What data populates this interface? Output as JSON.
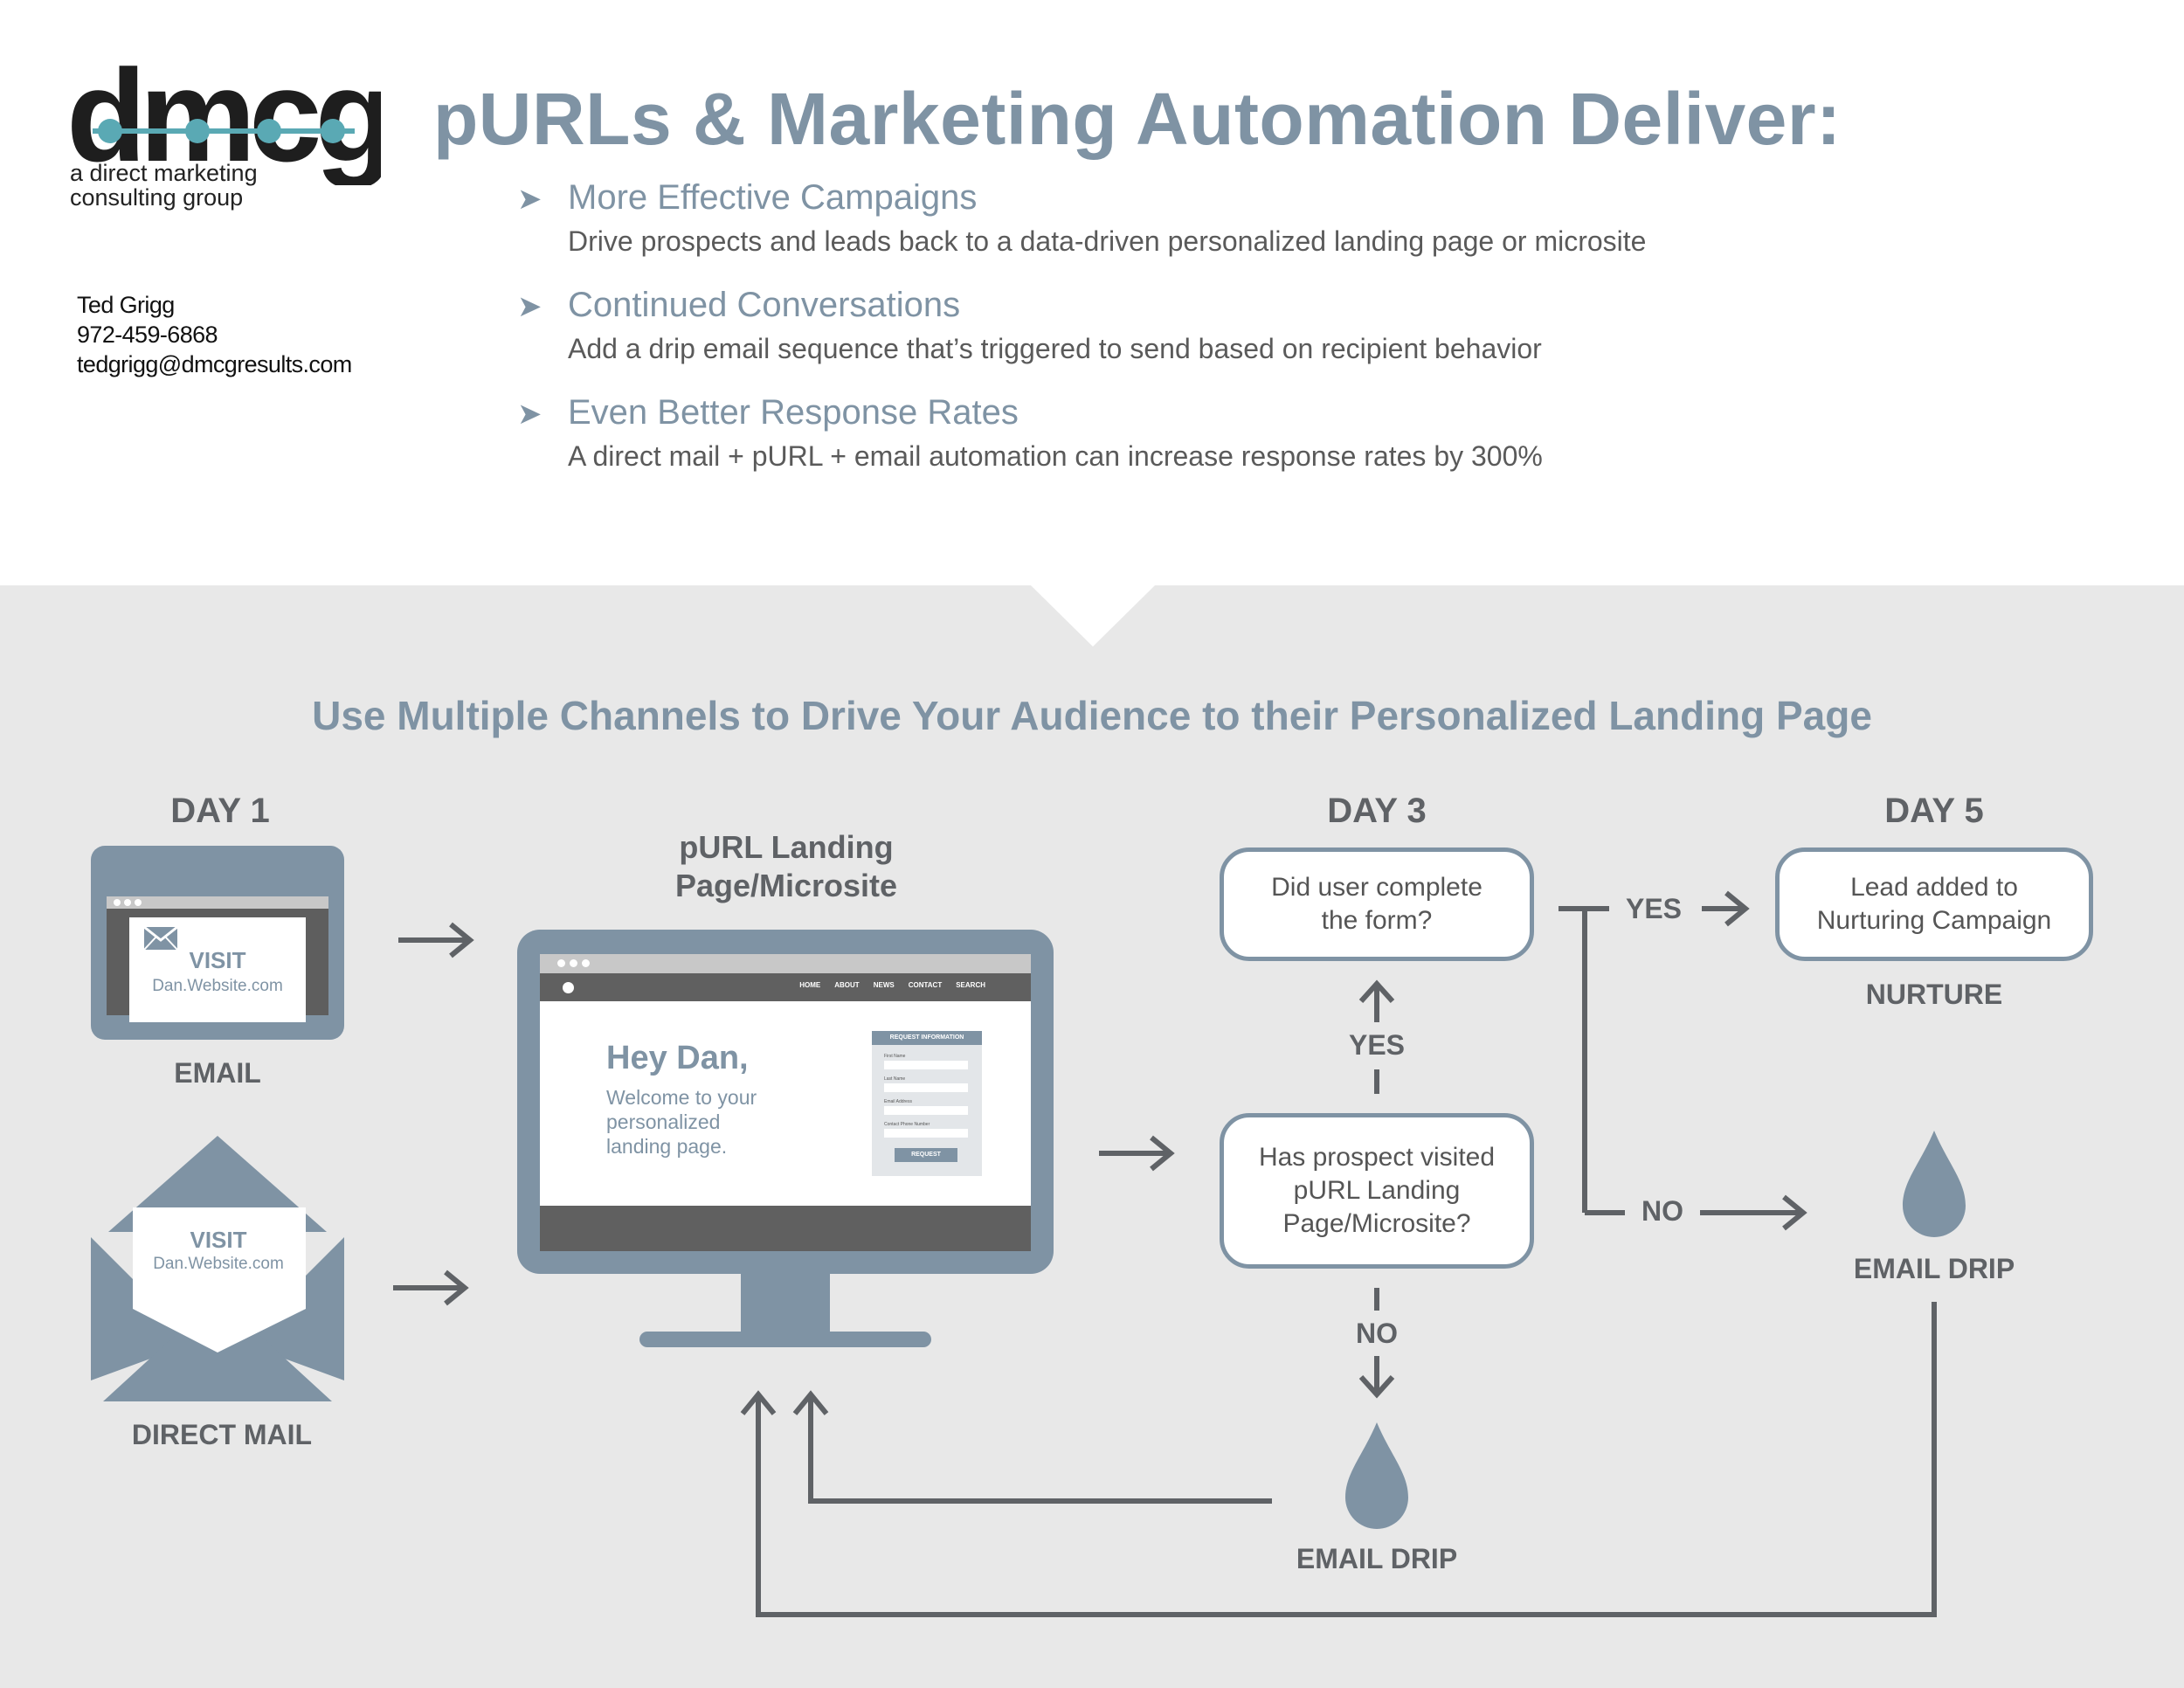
{
  "header": {
    "logo": {
      "word": "dmcg",
      "tagline_line1": "a direct marketing",
      "tagline_line2": "consulting group"
    },
    "contact": {
      "name": "Ted Grigg",
      "phone": "972-459-6868",
      "email": "tedgrigg@dmcgresults.com"
    },
    "title": "pURLs & Marketing Automation Deliver:",
    "bullets": [
      {
        "heading": "More Effective Campaigns",
        "description": "Drive prospects and leads back to a data-driven personalized landing page or microsite"
      },
      {
        "heading": "Continued Conversations",
        "description": "Add a drip email sequence that’s triggered to send based on recipient behavior"
      },
      {
        "heading": "Even Better Response Rates",
        "description": "A direct mail + pURL + email automation can increase response rates by 300%"
      }
    ]
  },
  "diagram": {
    "subtitle": "Use Multiple Channels to Drive Your Audience to their Personalized Landing Page",
    "day1": "DAY 1",
    "day3": "DAY 3",
    "day5": "DAY 5",
    "email_card": {
      "visit": "VISIT",
      "url": "Dan.Website.com",
      "caption": "EMAIL"
    },
    "mail_card": {
      "visit": "VISIT",
      "url": "Dan.Website.com",
      "caption": "DIRECT MAIL"
    },
    "landing": {
      "caption_line1": "pURL Landing",
      "caption_line2": "Page/Microsite",
      "nav": [
        "HOME",
        "ABOUT",
        "NEWS",
        "CONTACT",
        "SEARCH"
      ],
      "greeting": "Hey Dan,",
      "welcome_line1": "Welcome to your",
      "welcome_line2": "personalized",
      "welcome_line3": "landing page.",
      "form_title": "REQUEST INFORMATION",
      "form_fields": [
        "First Name",
        "Last Name",
        "Email Address",
        "Contact Phone Number"
      ],
      "form_button": "REQUEST"
    },
    "decision_form": "Did user complete the form?",
    "decision_visit": "Has prospect visited pURL Landing Page/Microsite?",
    "lead_box": "Lead added to Nurturing Campaign",
    "nurture": "NURTURE",
    "yes_up": "YES",
    "yes_right": "YES",
    "no_right": "NO",
    "no_down": "NO",
    "email_drip_bottom": "EMAIL DRIP",
    "email_drip_right": "EMAIL DRIP"
  },
  "colors": {
    "accent": "#7f93a4",
    "dark_gray": "#5f6266",
    "band": "#e8e8e8",
    "teal": "#5aa9b4"
  }
}
